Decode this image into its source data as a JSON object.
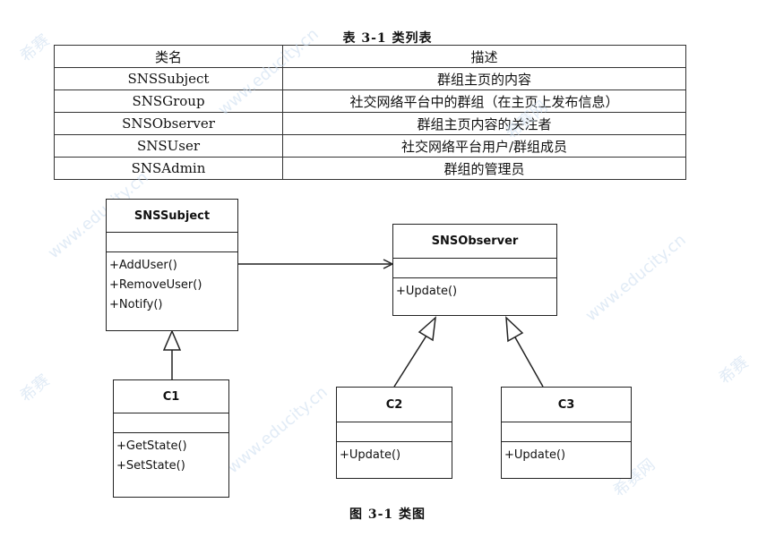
{
  "table": {
    "caption": "表 3-1 类列表",
    "headers": [
      "类名",
      "描述"
    ],
    "rows": [
      [
        "SNSSubject",
        "群组主页的内容"
      ],
      [
        "SNSGroup",
        "社交网络平台中的群组（在主页上发布信息）"
      ],
      [
        "SNSObserver",
        "群组主页内容的关注者"
      ],
      [
        "SNSUser",
        "社交网络平台用户/群组成员"
      ],
      [
        "SNSAdmin",
        "群组的管理员"
      ]
    ]
  },
  "diagram": {
    "caption": "图 3-1 类图",
    "classes": {
      "snssubject": {
        "name": "SNSSubject",
        "ops": [
          "+AddUser()",
          "+RemoveUser()",
          "+Notify()"
        ]
      },
      "snsobserver": {
        "name": "SNSObserver",
        "ops": [
          "+Update()"
        ]
      },
      "c1": {
        "name": "C1",
        "ops": [
          "+GetState()",
          "+SetState()"
        ]
      },
      "c2": {
        "name": "C2",
        "ops": [
          "+Update()"
        ]
      },
      "c3": {
        "name": "C3",
        "ops": [
          "+Update()"
        ]
      }
    }
  },
  "watermark": {
    "logo": "希赛",
    "url": "www.educity.cn",
    "brand": "希赛网"
  }
}
